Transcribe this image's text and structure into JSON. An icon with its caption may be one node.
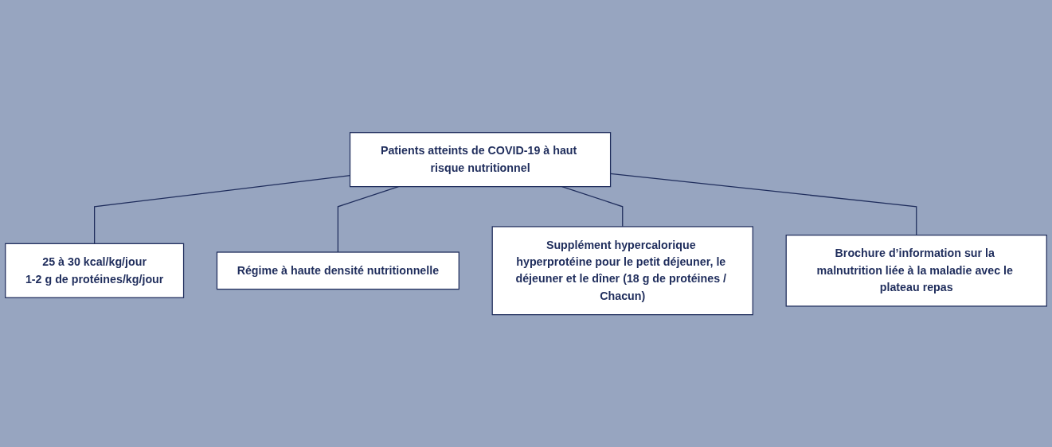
{
  "diagram": {
    "nodes": [
      {
        "text": [
          "Patients atteints de COVID-19 à haut risque nutritionnel"
        ]
      },
      {
        "text": [
          "25 à 30 kcal/kg/jour",
          "1-2 g de protéines/kg/jour"
        ]
      },
      {
        "text": [
          "Régime à haute densité nutritionnelle"
        ]
      },
      {
        "text": [
          "Supplément hypercalorique hyperprotéine pour le petit déjeuner, le déjeuner et le dîner (18 g de protéines / Chacun)"
        ]
      },
      {
        "text": [
          "Brochure d’information sur la malnutrition liée à la maladie avec le plateau repas"
        ]
      }
    ],
    "edges": [
      {
        "from": 0,
        "to": 1,
        "arrow": "none"
      },
      {
        "from": 0,
        "to": 2,
        "arrow": "none"
      },
      {
        "from": 0,
        "to": 3,
        "arrow": "none"
      },
      {
        "from": 0,
        "to": 4,
        "arrow": "none"
      }
    ]
  }
}
